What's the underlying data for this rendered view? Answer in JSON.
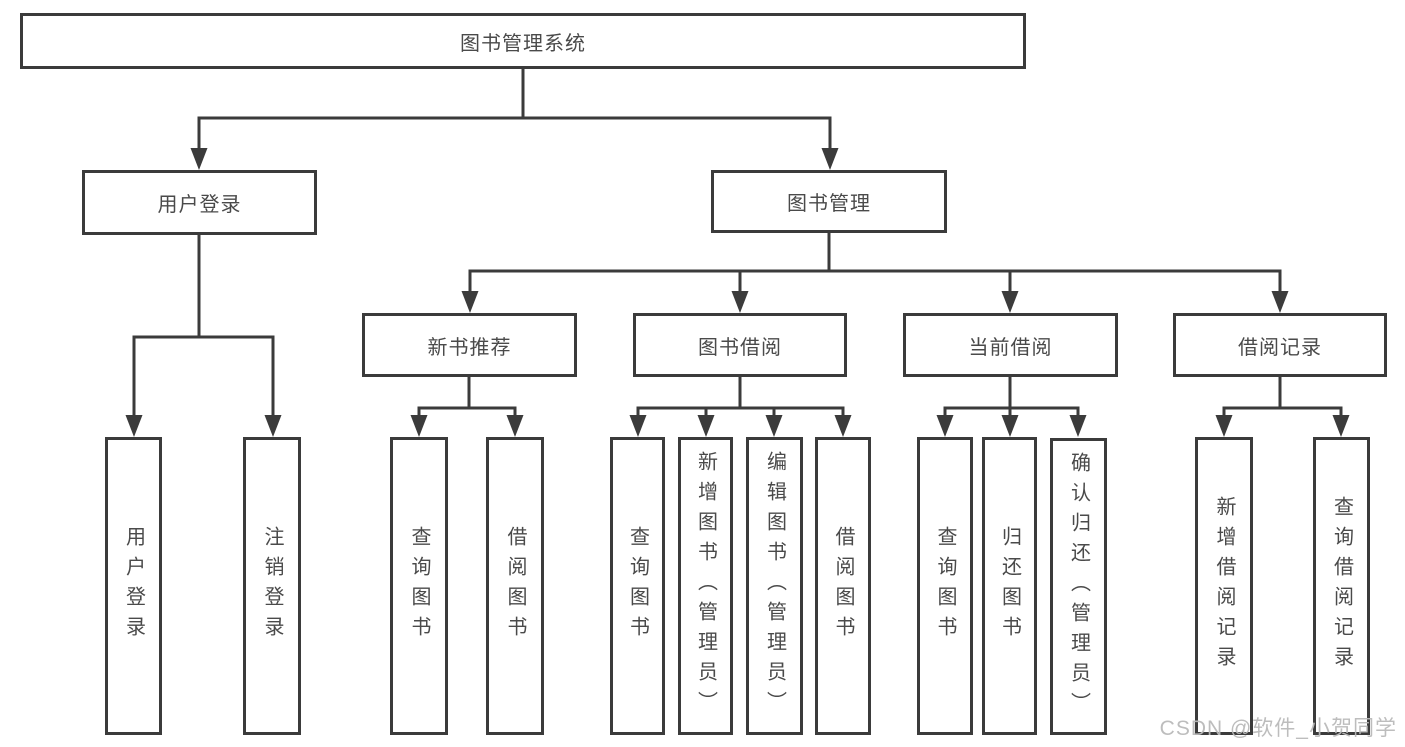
{
  "colors": {
    "line": "#3b3b3b",
    "text": "#4a4a4a",
    "watermark": "#b9b9b9",
    "background": "#ffffff"
  },
  "tree": {
    "root": {
      "label": "图书管理系统"
    },
    "branches": [
      {
        "label": "用户登录",
        "children": [
          {
            "label": "用户登录"
          },
          {
            "label": "注销登录"
          }
        ]
      },
      {
        "label": "图书管理",
        "children": [
          {
            "label": "新书推荐",
            "children": [
              {
                "label": "查询图书"
              },
              {
                "label": "借阅图书"
              }
            ]
          },
          {
            "label": "图书借阅",
            "children": [
              {
                "label": "查询图书"
              },
              {
                "label": "新增图书（管理员）"
              },
              {
                "label": "编辑图书（管理员）"
              },
              {
                "label": "借阅图书"
              }
            ]
          },
          {
            "label": "当前借阅",
            "children": [
              {
                "label": "查询图书"
              },
              {
                "label": "归还图书"
              },
              {
                "label": "确认归还（管理员）"
              }
            ]
          },
          {
            "label": "借阅记录",
            "children": [
              {
                "label": "新增借阅记录"
              },
              {
                "label": "查询借阅记录"
              }
            ]
          }
        ]
      }
    ]
  },
  "watermark": "CSDN @软件_小贺同学"
}
